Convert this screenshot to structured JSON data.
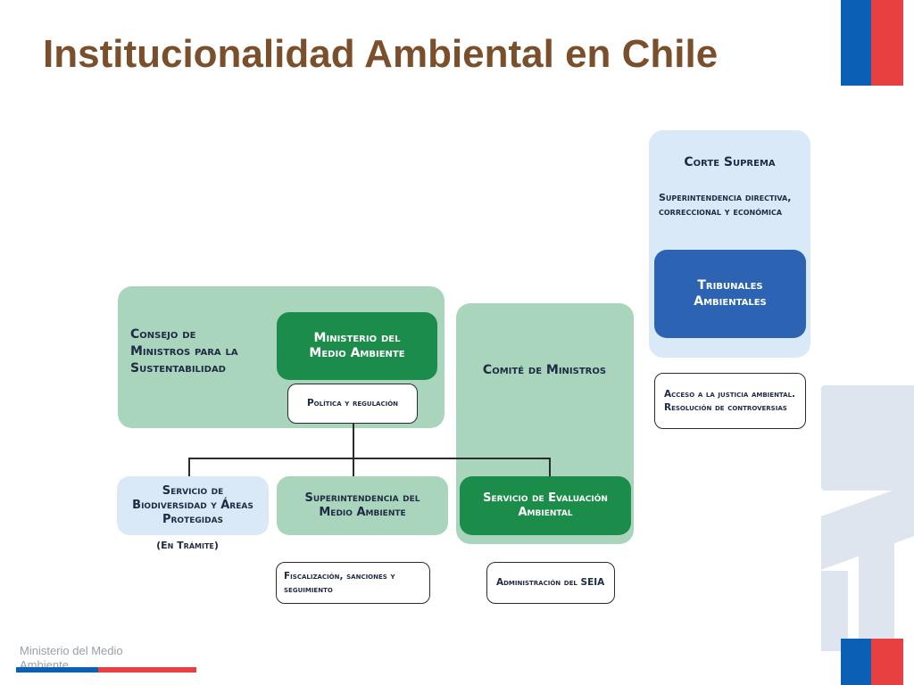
{
  "slide": {
    "title": "Institucionalidad Ambiental en Chile",
    "footer": "Ministerio del Medio Ambiente"
  },
  "diagram": {
    "corte_suprema": "Corte Suprema",
    "superintendencia_cs": "Superintendencia directiva, correccional y económica",
    "tribunales": "Tribunales Ambientales",
    "acceso_justicia": "Acceso a la justicia ambiental. Resolución de controversias",
    "consejo": "Consejo de Ministros para la Sustentabilidad",
    "ministerio": "Ministerio del Medio Ambiente",
    "politica": "Política y regulación",
    "comite": "Comité de Ministros",
    "servicio_biodiversidad": "Servicio de Biodiversidad y Áreas Protegidas",
    "en_tramite": "(En Trámite)",
    "superintendencia_ma": "Superintendencia del Medio Ambiente",
    "servicio_evaluacion": "Servicio de Evaluación Ambiental",
    "fiscalizacion": "Fiscalización, sanciones y seguimiento",
    "administracion": "Administración del SEIA"
  },
  "colors": {
    "title": "#7a4f2c",
    "dark_green": "#1c8c4a",
    "light_green": "#a9d5bd",
    "blue": "#2c64b3",
    "light_blue": "#d9e9f7",
    "flag_blue": "#0b5fb4",
    "flag_red": "#e84040"
  }
}
